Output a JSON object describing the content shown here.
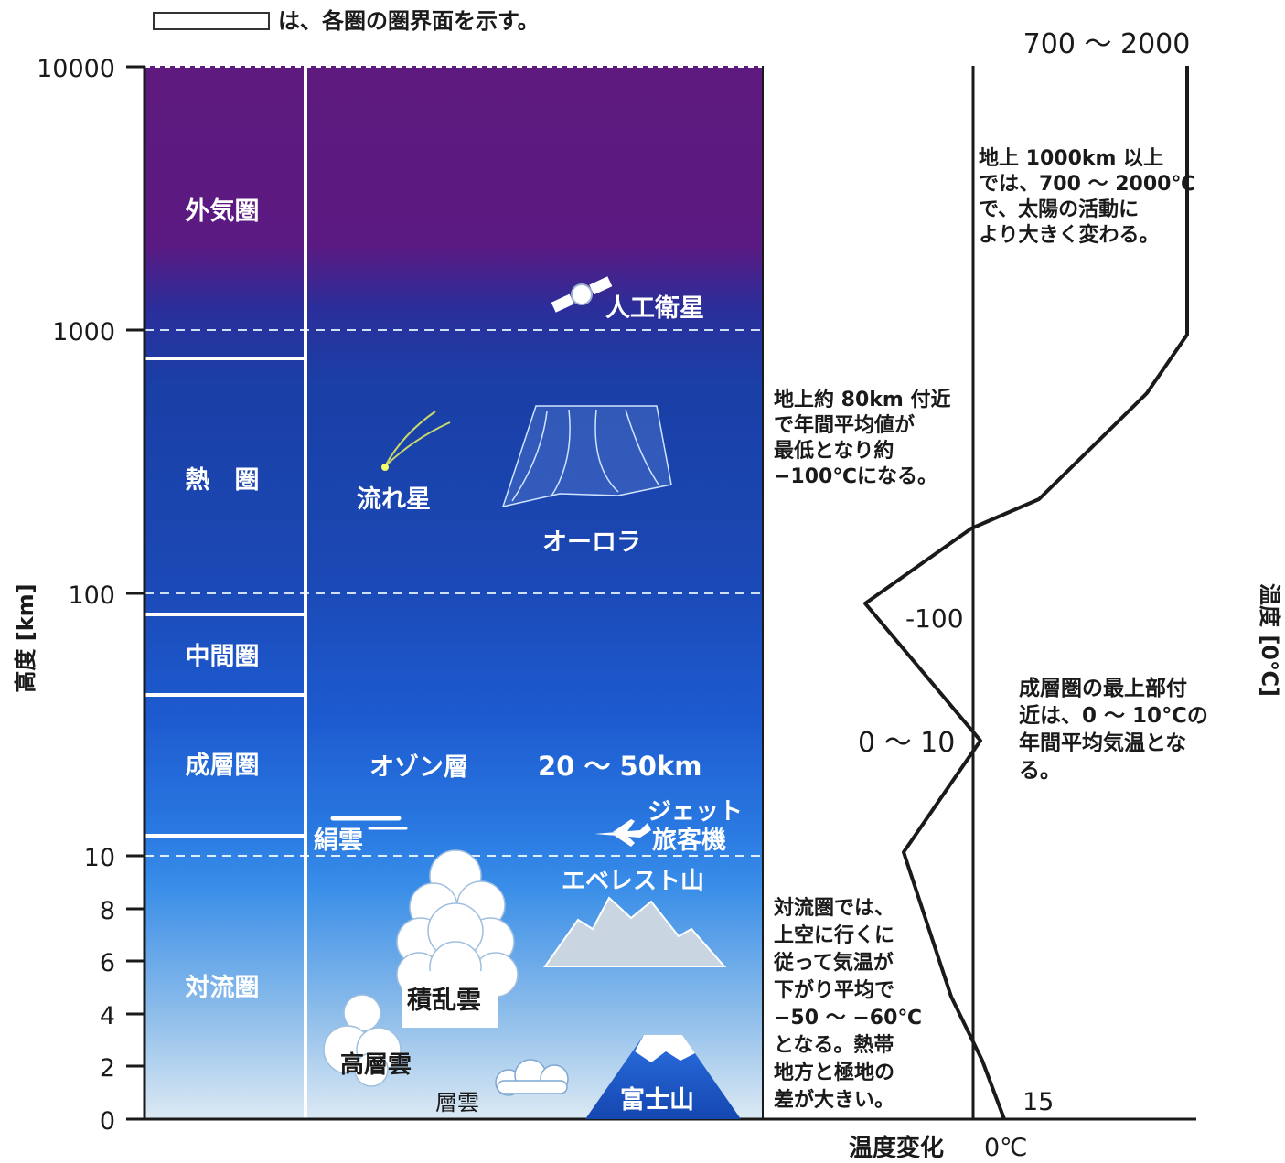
{
  "legend": {
    "text": "は、各圏の圏界面を示す。"
  },
  "axes": {
    "y_label": "高度 [km]",
    "temp_label": "温度 [0℃]",
    "temp_change_label": "温度変化",
    "zero_c_label": "0℃",
    "y_ticks": [
      "10000",
      "1000",
      "100",
      "10",
      "8",
      "6",
      "4",
      "2",
      "0"
    ]
  },
  "layers": {
    "exosphere": "外気圏",
    "thermosphere": "熱　圏",
    "mesosphere": "中間圏",
    "stratosphere": "成層圏",
    "troposphere": "対流圏"
  },
  "objects": {
    "satellite": "人工衛星",
    "meteor": "流れ星",
    "aurora": "オーロラ",
    "ozone": "オゾン層",
    "ozone_range": "20 ～ 50km",
    "cirrus": "絹雲",
    "jet_line1": "ジェット",
    "jet_line2": "旅客機",
    "everest": "エベレスト山",
    "cumulonimbus": "積乱雲",
    "altostratus": "高層雲",
    "stratus": "層雲",
    "fuji": "富士山"
  },
  "temperature": {
    "top_label": "700 ～ 2000",
    "min_label": "-100",
    "strat_label": "0 ～ 10",
    "surface_label": "15"
  },
  "notes": {
    "exo": [
      "地上 1000km 以上",
      "では、700 ～ 2000℃",
      "で、太陽の活動に",
      "より大きく変わる。"
    ],
    "thermo": [
      "地上約 80km 付近",
      "で年間平均値が",
      "最低となり約",
      "−100℃になる。"
    ],
    "strat": [
      "成層圏の最上部付",
      "近は、0 ～ 10℃の",
      "年間平均気温とな",
      "る。"
    ],
    "tropo": [
      "対流圏では、",
      "上空に行くに",
      "従って気温が",
      "下がり平均で",
      "−50 ～ −60℃",
      "となる。熱帯",
      "地方と極地の",
      "差が大きい。"
    ]
  },
  "colors": {
    "exosphere_top": "#5e1a7e",
    "deep_blue": "#1a3fa6",
    "mid_blue": "#1d5bd0",
    "troposphere_top": "#2f85e8",
    "surface": "#dce9f4",
    "fuji": "#1d59c8",
    "everest": "#c9d6e2"
  }
}
